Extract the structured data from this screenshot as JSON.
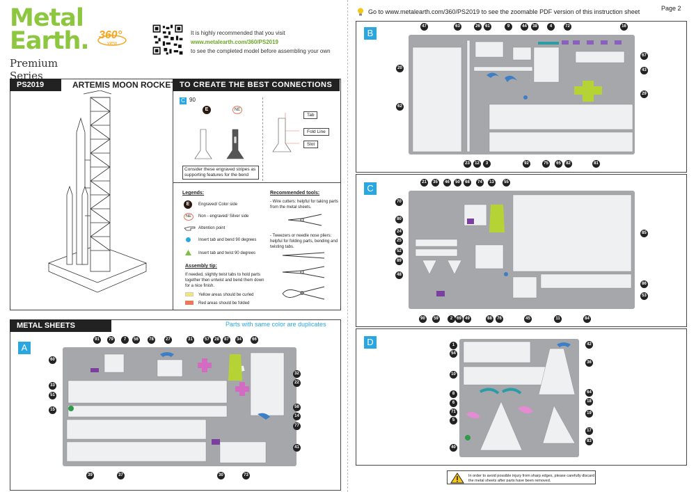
{
  "brand": {
    "logo_line1": "Metal",
    "logo_line2": "Earth.",
    "series": "Premium Series",
    "badge_360": "360°",
    "badge_view": "view"
  },
  "visit": {
    "line1": "It is highly recommended that you visit",
    "url": "www.metalearth.com/360/PS2019",
    "line2": "to see the completed model before assembling your own"
  },
  "product": {
    "code": "PS2019",
    "name": "ARTEMIS MOON ROCKET"
  },
  "connections": {
    "title": "TO CREATE THE BEST CONNECTIONS",
    "sheet_letter": "C",
    "part": "90",
    "engraved_badge": "E",
    "non_engraved_badge": "NE",
    "note": "Consider these engraved stripes as supporting features for the bend",
    "labels": [
      "Tab",
      "Fold Line",
      "Slot"
    ]
  },
  "legends": {
    "title": "Legends:",
    "items": [
      {
        "icon": "E",
        "text": "Engraved/ Color side"
      },
      {
        "icon": "NE",
        "text": "Non - engraved/ Silver side"
      },
      {
        "icon": "hand",
        "text": "Attention point"
      },
      {
        "icon": "circle",
        "text": "Insert tab and bend 90 degrees"
      },
      {
        "icon": "triangle",
        "text": "Insert tab and twist 90 degrees"
      }
    ],
    "tip_title": "Assembly tip:",
    "tip": "If needed, slightly twist tabs to hold parts together then untwist and bend them down for a nice finish.",
    "yellow": "Yellow areas should be curled",
    "red": "Red areas should be folded",
    "colors": {
      "yellow": "#f7e967",
      "red": "#e8795a",
      "blue": "#2aa7e0",
      "green": "#7ac142"
    }
  },
  "tools": {
    "title": "Recommended tools:",
    "t1": "- Wire cutters: helpful for taking parts from the metal sheets.",
    "t2": "- Tweezers or needle nose pliers: helpful for folding parts, bending and twisting tabs."
  },
  "sheets": {
    "title": "METAL SHEETS",
    "note": "Parts with same color are duplicates",
    "A": {
      "label": "A",
      "top": [
        "91",
        "79",
        "7",
        "56",
        "78",
        "27",
        "31",
        "57",
        "28",
        "87",
        "34",
        "66"
      ],
      "left": [
        "60",
        "33",
        "51",
        "15"
      ],
      "right": [
        "32",
        "22",
        "58",
        "14",
        "77",
        "41"
      ],
      "bottom": [
        "39",
        "37",
        "30",
        "73"
      ]
    }
  },
  "right": {
    "tip": "Go to www.metalearth.com/360/PS2019 to see the zoomable PDF version of this instruction sheet",
    "page": "Page 2",
    "B": {
      "label": "B",
      "top": [
        "47",
        "63",
        "26",
        "61",
        "9",
        "44",
        "38",
        "4",
        "72",
        "16"
      ],
      "left": [
        "20",
        "62"
      ],
      "right": [
        "67",
        "43",
        "29"
      ],
      "bottom": [
        "23",
        "12",
        "3",
        "92",
        "75",
        "65",
        "82",
        "81"
      ]
    },
    "C": {
      "label": "C",
      "top": [
        "21",
        "35",
        "46",
        "50",
        "68",
        "74",
        "13",
        "55"
      ],
      "left": [
        "70",
        "80",
        "24",
        "25",
        "52",
        "89",
        "48"
      ],
      "right": [
        "85",
        "86",
        "53"
      ],
      "bottom": [
        "90",
        "59",
        "2",
        "69",
        "49",
        "88",
        "76",
        "45",
        "11",
        "84"
      ]
    },
    "D": {
      "label": "D",
      "left": [
        "1",
        "54",
        "10",
        "8",
        "6",
        "71",
        "5",
        "40"
      ],
      "right": [
        "42",
        "36",
        "64",
        "18",
        "19",
        "17",
        "83"
      ]
    },
    "warning": "In order to avoid possible injury from sharp edges, please carefully discard the metal sheets after parts have been removed."
  }
}
